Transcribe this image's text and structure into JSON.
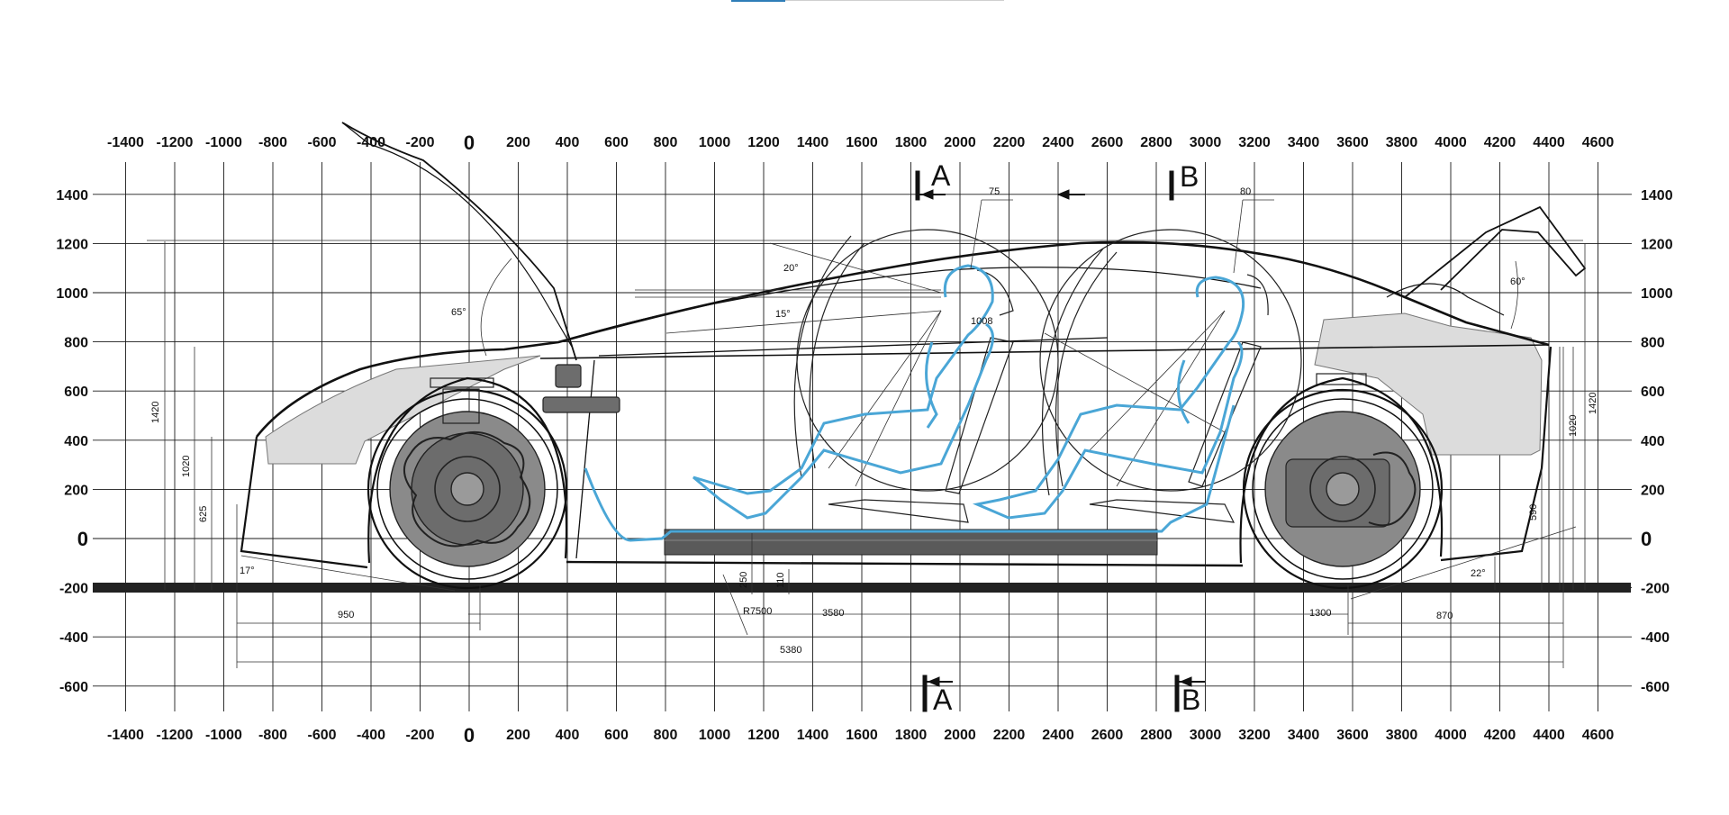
{
  "drawing": {
    "x_axis_ticks": [
      "-1400",
      "-1200",
      "-1000",
      "-800",
      "-600",
      "-400",
      "-200",
      "0",
      "200",
      "400",
      "600",
      "800",
      "1000",
      "1200",
      "1400",
      "1600",
      "1800",
      "2000",
      "2200",
      "2400",
      "2600",
      "2800",
      "3000",
      "3200",
      "3400",
      "3600",
      "3800",
      "4000",
      "4200",
      "4400",
      "4600"
    ],
    "y_axis_ticks": [
      "1400",
      "1200",
      "1000",
      "800",
      "600",
      "400",
      "200",
      "0",
      "-200",
      "-400",
      "-600"
    ],
    "sections": {
      "a_top": "A",
      "b_top": "B",
      "a_bottom": "A",
      "b_bottom": "B"
    },
    "dimensions": {
      "overall_height": "1420",
      "rear_overall_height": "1420",
      "front_1020": "1020",
      "rear_1020": "1020",
      "front_625": "625",
      "rear_590": "590",
      "front_overhang": "950",
      "wheelbase": "3580",
      "rear_axle_1300": "1300",
      "rear_overhang": "870",
      "overall_length": "5380",
      "radius": "R7500",
      "floor_250": "250",
      "floor_110": "110",
      "front_seat_75": "75",
      "rear_seat_80": "80",
      "hip_1008": "1008"
    },
    "angles": {
      "hood": "65°",
      "windshield": "20°",
      "sightline": "15°",
      "approach": "17°",
      "departure": "22°",
      "tailgate": "60°"
    },
    "colors": {
      "grid": "#1a1a1a",
      "ground": "#222222",
      "mannequin": "#4aa6d6",
      "wheel": "#8a8a8a",
      "battery": "#5a5a5a",
      "panel_fill": "#dcdcdc"
    }
  }
}
